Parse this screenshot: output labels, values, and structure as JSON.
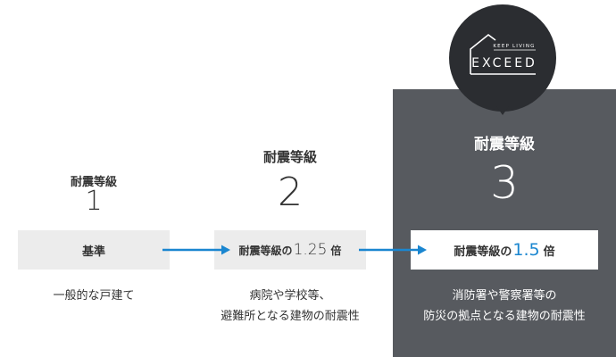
{
  "levels": [
    {
      "label": "耐震等級",
      "number": "1",
      "box": {
        "text": "基準"
      },
      "description": [
        "一般的な戸建て"
      ]
    },
    {
      "label": "耐震等級",
      "number": "2",
      "box": {
        "prefix": "耐震等級の",
        "multiplier": "1.25",
        "suffix": "倍"
      },
      "description": [
        "病院や学校等、",
        "避難所となる建物の耐震性"
      ]
    },
    {
      "label": "耐震等級",
      "number": "3",
      "box": {
        "prefix": "耐震等級の",
        "multiplier": "1.5",
        "suffix": "倍"
      },
      "description": [
        "消防署や警察署等の",
        "防災の拠点となる建物の耐震性"
      ]
    }
  ],
  "logo": {
    "tagline": "KEEP LIVING",
    "brand": "EXCEED"
  },
  "colors": {
    "panel": "#575a5f",
    "bubble": "#2b2d31",
    "arrow": "#1a86d0",
    "box": "#ececec",
    "accent": "#1a86d0"
  }
}
